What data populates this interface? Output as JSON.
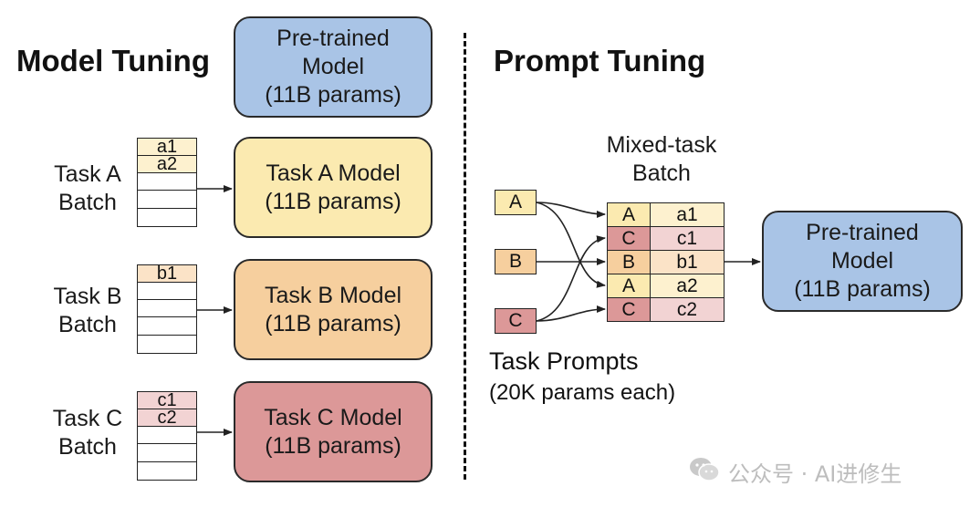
{
  "colors": {
    "blue": "#a9c4e6",
    "yellow": "#fbeab0",
    "orange": "#f6cf9e",
    "red": "#dc9898",
    "light_yellow": "#fdf1cf",
    "light_orange": "#fbe3c7",
    "light_red": "#f2d3d3",
    "line": "#222222"
  },
  "left": {
    "heading": "Model Tuning",
    "pretrained": "Pre-trained\nModel\n(11B params)",
    "tasks": [
      {
        "label": "Task A\nBatch",
        "model": "Task A Model\n(11B params)",
        "cells": [
          "a1",
          "a2",
          "",
          "",
          ""
        ]
      },
      {
        "label": "Task B\nBatch",
        "model": "Task B Model\n(11B params)",
        "cells": [
          "b1",
          "",
          "",
          "",
          ""
        ]
      },
      {
        "label": "Task C\nBatch",
        "model": "Task C Model\n(11B params)",
        "cells": [
          "c1",
          "c2",
          "",
          "",
          ""
        ]
      }
    ]
  },
  "right": {
    "heading": "Prompt Tuning",
    "mixed_label": "Mixed-task\nBatch",
    "prompts": [
      "A",
      "B",
      "C"
    ],
    "rows": [
      {
        "task": "A",
        "item": "a1"
      },
      {
        "task": "C",
        "item": "c1"
      },
      {
        "task": "B",
        "item": "b1"
      },
      {
        "task": "A",
        "item": "a2"
      },
      {
        "task": "C",
        "item": "c2"
      }
    ],
    "pretrained": "Pre-trained\nModel\n(11B params)",
    "prompts_title": "Task Prompts",
    "prompts_subtitle": "(20K params each)"
  },
  "watermark": "公众号 · AI进修生"
}
